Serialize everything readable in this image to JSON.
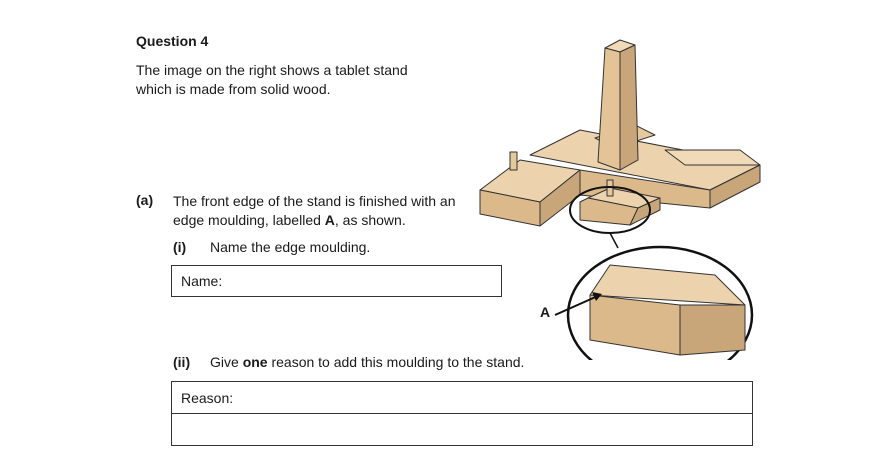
{
  "question": {
    "title": "Question 4",
    "intro": "The image on the right shows a tablet stand which is made from solid wood."
  },
  "part_a": {
    "label": "(a)",
    "text": "The front edge of the stand is finished with an edge moulding, labelled A, as shown.",
    "text_before_bold": "The front edge of the stand is finished with an edge moulding, labelled ",
    "bold_letter": "A",
    "text_after_bold": ", as shown."
  },
  "sub_i": {
    "label": "(i)",
    "text": "Name the edge moulding.",
    "answer_label": "Name:"
  },
  "sub_ii": {
    "label": "(ii)",
    "text_before_bold": "Give ",
    "bold_word": "one",
    "text_after_bold": " reason to add this moulding to the stand.",
    "answer_label": "Reason:"
  },
  "figure": {
    "label_letter": "A",
    "wood_light": "#ecd3ad",
    "wood_mid": "#dcb98a",
    "wood_dark": "#b8916a"
  }
}
